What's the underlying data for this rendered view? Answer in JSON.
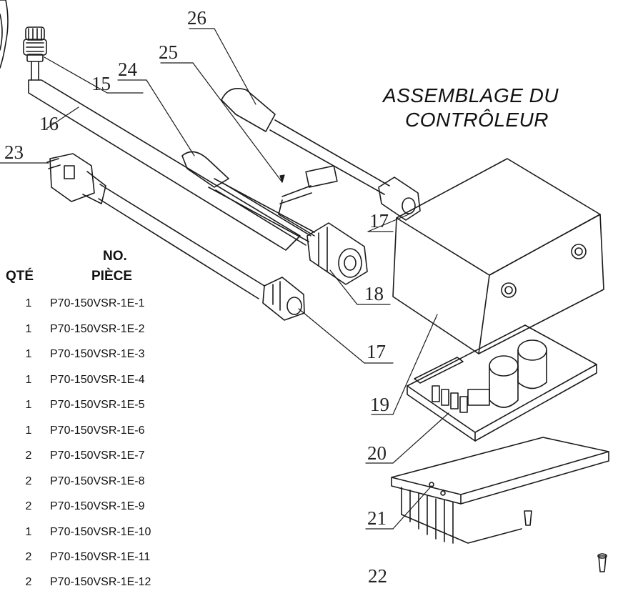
{
  "title": {
    "line1": "ASSEMBLAGE DU",
    "line2": "CONTRÔLEUR"
  },
  "table": {
    "header_qty": "QTÉ",
    "header_no": "NO.",
    "header_part": "PIÈCE",
    "rows": [
      {
        "qty": "1",
        "part": "P70-150VSR-1E-1"
      },
      {
        "qty": "1",
        "part": "P70-150VSR-1E-2"
      },
      {
        "qty": "1",
        "part": "P70-150VSR-1E-3"
      },
      {
        "qty": "1",
        "part": "P70-150VSR-1E-4"
      },
      {
        "qty": "1",
        "part": "P70-150VSR-1E-5"
      },
      {
        "qty": "1",
        "part": "P70-150VSR-1E-6"
      },
      {
        "qty": "2",
        "part": "P70-150VSR-1E-7"
      },
      {
        "qty": "2",
        "part": "P70-150VSR-1E-8"
      },
      {
        "qty": "2",
        "part": "P70-150VSR-1E-9"
      },
      {
        "qty": "1",
        "part": "P70-150VSR-1E-10"
      },
      {
        "qty": "2",
        "part": "P70-150VSR-1E-11"
      },
      {
        "qty": "2",
        "part": "P70-150VSR-1E-12"
      }
    ]
  },
  "callouts": {
    "c26": "26",
    "c25": "25",
    "c24": "24",
    "c15": "15",
    "c16": "16",
    "c23": "23",
    "c17a": "17",
    "c18": "18",
    "c17b": "17",
    "c19": "19",
    "c20": "20",
    "c21": "21",
    "c22": "22"
  }
}
